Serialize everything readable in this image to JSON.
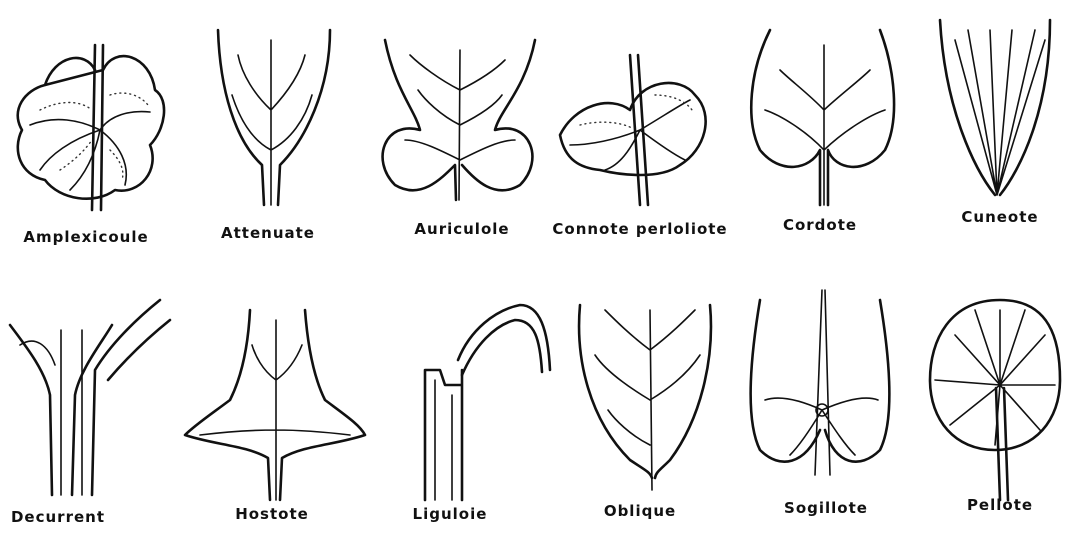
{
  "diagram": {
    "ink_color": "#111111",
    "background": "#ffffff",
    "items": [
      {
        "label": "Amplexicoule",
        "icon": "amplexicaul-leaf-icon"
      },
      {
        "label": "Attenuate",
        "icon": "attenuate-leaf-icon"
      },
      {
        "label": "Auriculole",
        "icon": "auriculate-leaf-icon"
      },
      {
        "label": "Connote perloliote",
        "icon": "connate-perfoliate-leaf-icon"
      },
      {
        "label": "Cordote",
        "icon": "cordate-leaf-icon"
      },
      {
        "label": "Cuneote",
        "icon": "cuneate-leaf-icon"
      },
      {
        "label": "Decurrent",
        "icon": "decurrent-leaf-icon"
      },
      {
        "label": "Hostote",
        "icon": "hastate-leaf-icon"
      },
      {
        "label": "Liguloie",
        "icon": "ligulate-leaf-icon"
      },
      {
        "label": "Oblique",
        "icon": "oblique-leaf-icon"
      },
      {
        "label": "Sogillote",
        "icon": "sagittate-leaf-icon"
      },
      {
        "label": "Pellote",
        "icon": "peltate-leaf-icon"
      }
    ]
  }
}
